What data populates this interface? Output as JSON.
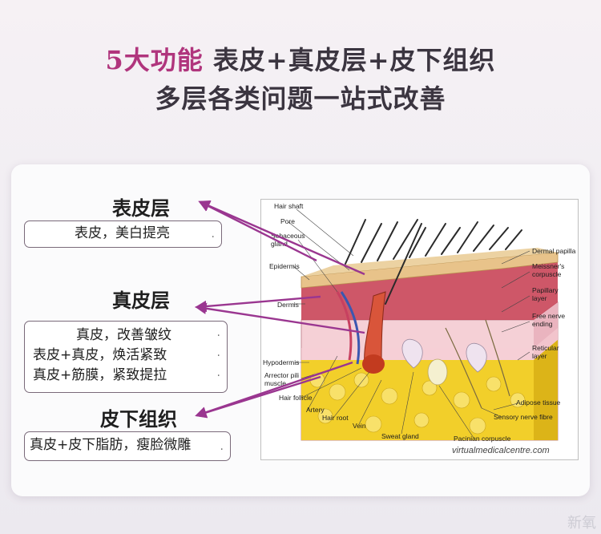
{
  "headline": {
    "line1_accent": "5大功能",
    "line1_rest": "表皮+真皮层+皮下组织",
    "line2": "多层各类问题一站式改善"
  },
  "layers": [
    {
      "title": "表皮层",
      "items": [
        "表皮，美白提亮"
      ]
    },
    {
      "title": "真皮层",
      "items": [
        "真皮，改善皱纹",
        "表皮+真皮，焕活紧致",
        "真皮+筋膜，紧致提拉"
      ]
    },
    {
      "title": "皮下组织",
      "items": [
        "真皮+皮下脂肪，瘦脸微雕"
      ]
    }
  ],
  "diagram": {
    "labels_left": [
      "Hair shaft",
      "Pore",
      "Sebaceous gland",
      "Epidermis",
      "Dermis",
      "Hypodermis",
      "Arrector pili muscle",
      "Hair follicle",
      "Artery",
      "Hair root",
      "Vein",
      "Sweat gland"
    ],
    "labels_right": [
      "Dermal papilla",
      "Meissner's corpuscle",
      "Papillary layer",
      "Free nerve ending",
      "Reticular layer",
      "Adipose tissue",
      "Sensory nerve fibre",
      "Pacinian corpuscle"
    ],
    "credit": "virtualmedicalcentre.com"
  },
  "colors": {
    "accent": "#b0357d",
    "arrow": "#9a3690",
    "fat": "#f2cf2a",
    "dermis": "#f3c9cf",
    "epidermis": "#e6c08a"
  },
  "watermark": "新氧"
}
